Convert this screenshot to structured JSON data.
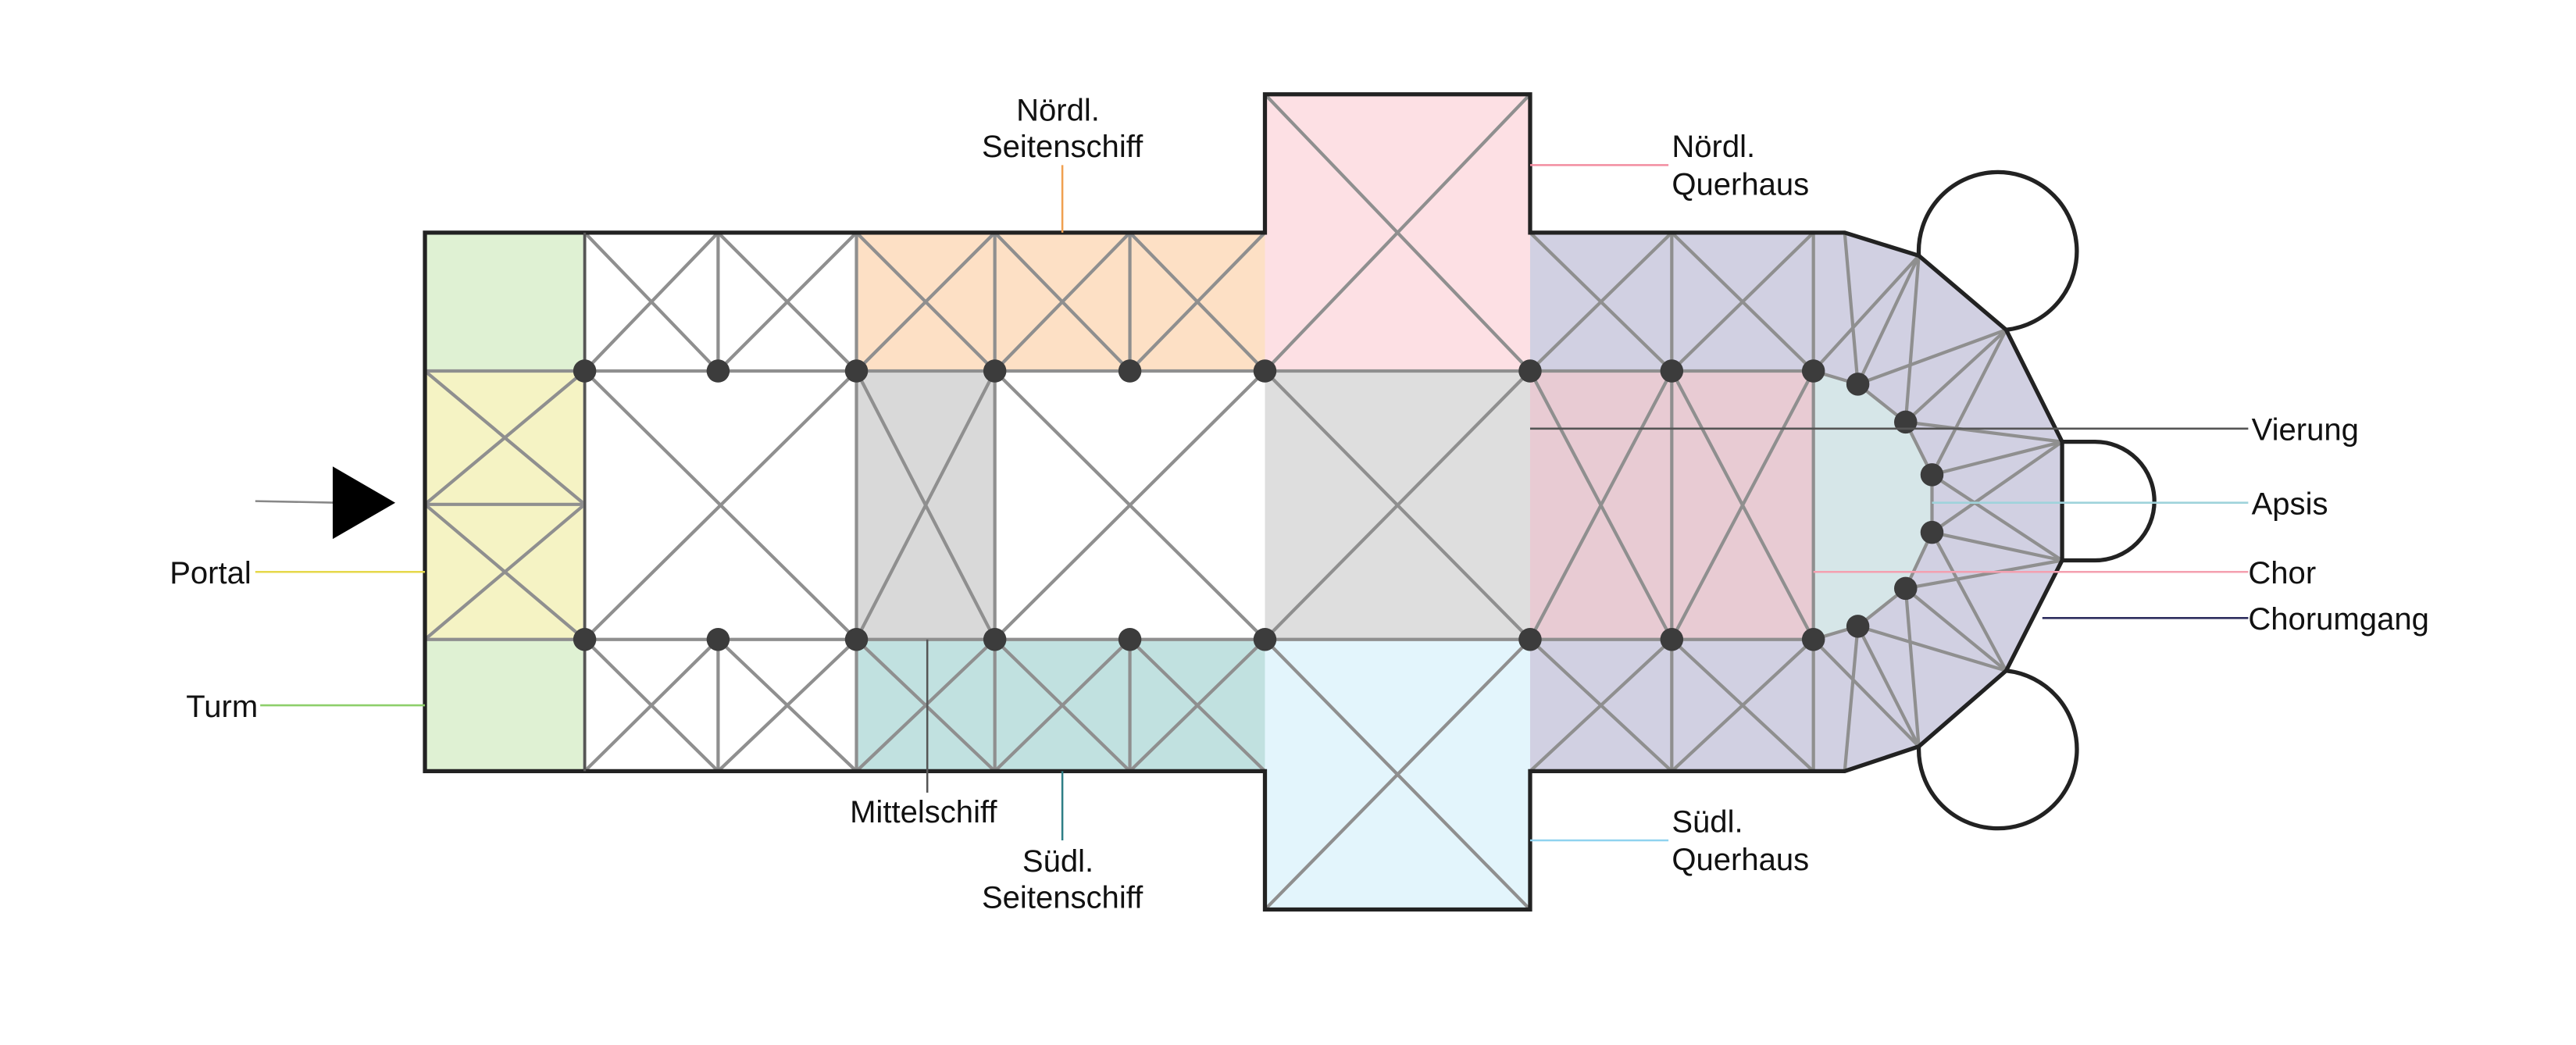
{
  "labels": {
    "portal": "Portal",
    "turm": "Turm",
    "mittelschiff": "Mittelschiff",
    "noerdl_seitenschiff": [
      "Nördl.",
      "Seitenschiff"
    ],
    "suedl_seitenschiff": [
      "Südl.",
      "Seitenschiff"
    ],
    "noerdl_querhaus": [
      "Nördl.",
      "Querhaus"
    ],
    "suedl_querhaus": [
      "Südl.",
      "Querhaus"
    ],
    "vierung": "Vierung",
    "apsis": "Apsis",
    "chor": "Chor",
    "chorumgang": "Chorumgang"
  },
  "colors": {
    "turm": "#dff1d3",
    "portal": "#f5f3c4",
    "noerdl_seitenschiff": "#fde0c5",
    "suedl_seitenschiff": "#c1e1e0",
    "mittelschiff": "#d9d9d9",
    "noerdl_querhaus": "#fde0e4",
    "suedl_querhaus": "#e3f5fc",
    "vierung": "#dedede",
    "chor": "#e8cbd3",
    "apsis": "#d6e6e8",
    "chorumgang": "#d1d0e2",
    "leader_portal": "#e6d84a",
    "leader_turm": "#8dcf6a",
    "leader_noerdl_seitenschiff": "#f0a050",
    "leader_suedl_seitenschiff": "#2f7f86",
    "leader_mittelschiff": "#555555",
    "leader_noerdl_querhaus": "#f28da0",
    "leader_suedl_querhaus": "#8fd3ef",
    "leader_vierung": "#555555",
    "leader_apsis": "#9fd3db",
    "leader_chor": "#f4a0b0",
    "leader_chorumgang": "#2d2d5e"
  },
  "icons": {
    "entrance": "entrance-arrow-icon"
  }
}
